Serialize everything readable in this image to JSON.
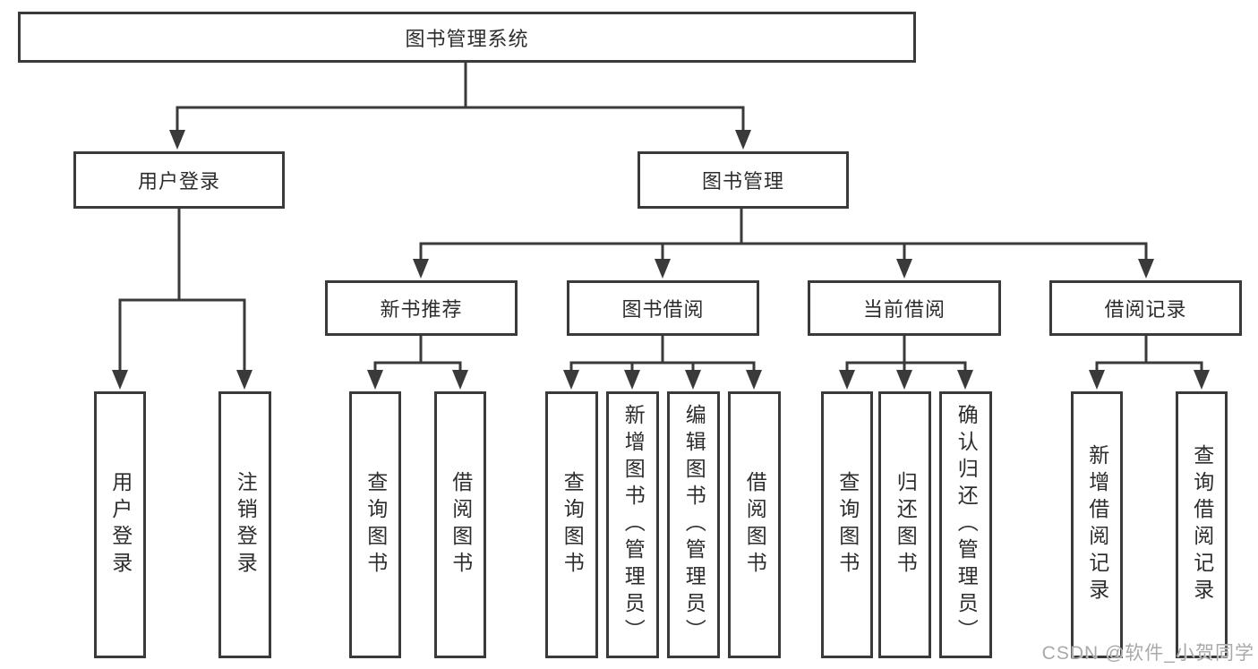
{
  "diagram": {
    "root": {
      "label": "图书管理系统"
    },
    "branches": [
      {
        "label": "用户登录",
        "children": [
          {
            "label": "用户登录"
          },
          {
            "label": "注销登录"
          }
        ]
      },
      {
        "label": "图书管理",
        "children": [
          {
            "label": "新书推荐",
            "children": [
              {
                "label": "查询图书"
              },
              {
                "label": "借阅图书"
              }
            ]
          },
          {
            "label": "图书借阅",
            "children": [
              {
                "label": "查询图书"
              },
              {
                "label": "新增图书（管理员）"
              },
              {
                "label": "编辑图书（管理员）"
              },
              {
                "label": "借阅图书"
              }
            ]
          },
          {
            "label": "当前借阅",
            "children": [
              {
                "label": "查询图书"
              },
              {
                "label": "归还图书"
              },
              {
                "label": "确认归还（管理员）"
              }
            ]
          },
          {
            "label": "借阅记录",
            "children": [
              {
                "label": "新增借阅记录"
              },
              {
                "label": "查询借阅记录"
              }
            ]
          }
        ]
      }
    ],
    "watermark": "CSDN @软件_小贺同学",
    "colors": {
      "line": "#3a3a3a",
      "text": "#2d2d2d",
      "background": "#ffffff",
      "watermark": "#a9a9a9"
    }
  }
}
